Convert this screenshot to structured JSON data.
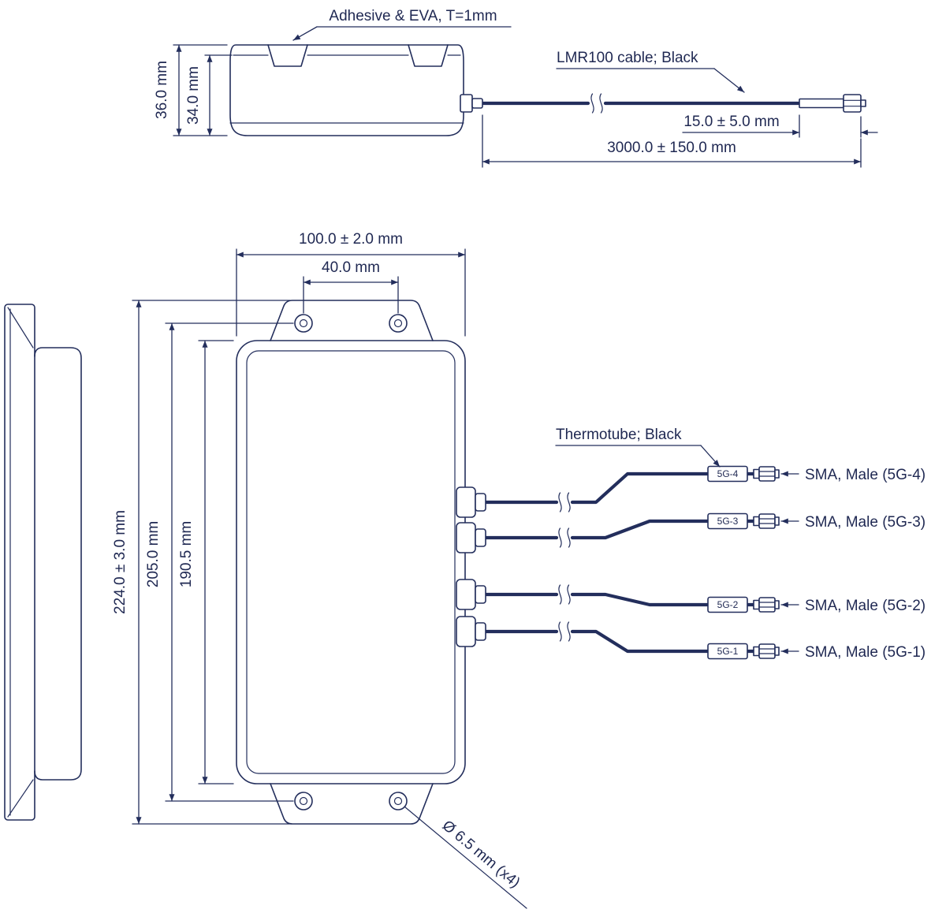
{
  "colors": {
    "ink": "#232e5c"
  },
  "top_view": {
    "adhesive_label": "Adhesive & EVA, T=1mm",
    "cable_label": "LMR100 cable; Black",
    "dim_overall_height": "36.0 mm",
    "dim_body_height": "34.0 mm",
    "dim_connector_length": "15.0 ± 5.0 mm",
    "dim_cable_length": "3000.0 ± 150.0 mm"
  },
  "front_view": {
    "dim_width": "100.0 ± 2.0 mm",
    "dim_hole_spacing": "40.0 mm",
    "dim_overall_height": "224.0 ± 3.0 mm",
    "dim_hole_distance": "205.0 mm",
    "dim_body_height": "190.5 mm",
    "dim_hole_diameter": "Ø 6.5 mm (x4)",
    "thermotube_label": "Thermotube; Black",
    "cables": [
      {
        "tag": "5G-4",
        "label": "SMA, Male (5G-4)"
      },
      {
        "tag": "5G-3",
        "label": "SMA, Male (5G-3)"
      },
      {
        "tag": "5G-2",
        "label": "SMA, Male (5G-2)"
      },
      {
        "tag": "5G-1",
        "label": "SMA, Male (5G-1)"
      }
    ]
  }
}
